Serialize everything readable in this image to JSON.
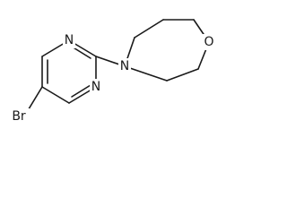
{
  "molecule": {
    "atoms": {
      "n_pyrimidine_upper": "N",
      "n_pyrimidine_lower": "N",
      "bromine": "Br",
      "n_diazepane": "N",
      "o_oxazepane": "O"
    }
  }
}
